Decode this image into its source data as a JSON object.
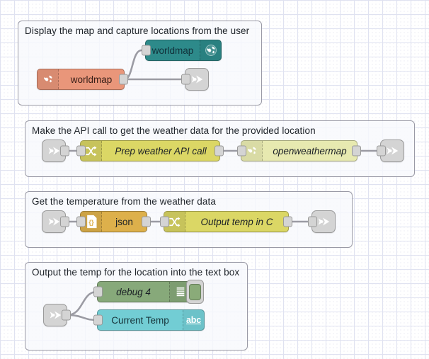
{
  "app": {
    "name": "node-red-flow-editor",
    "canvas_label": "flow-canvas"
  },
  "colors": {
    "worldmap_in": "#2d8a8a",
    "worldmap_out": "#e9967a",
    "change_node": "#dbd765",
    "change_node_icon": "#d0cc52",
    "openweathermap": "#e7e9b0",
    "openweathermap_icon": "#dde0a0",
    "json_node": "#ddb04b",
    "json_node_icon": "#d3a53f",
    "debug_node": "#87a97a",
    "debug_status": "#8aab79",
    "text_node": "#72cdd4",
    "link_node": "#d4d4d4",
    "wire": "#9b9ba3",
    "group_border": "#9a9aa6",
    "grid_line": "#dfe2f1"
  },
  "groups": [
    {
      "id": "g1",
      "title": "Display the map and capture locations from the user"
    },
    {
      "id": "g2",
      "title": "Make the API call to get the weather data for the provided location"
    },
    {
      "id": "g3",
      "title": "Get the temperature from the weather data"
    },
    {
      "id": "g4",
      "title": "Output the temp for the location into the text box"
    }
  ],
  "nodes": {
    "worldmap_in": {
      "label": "worldmap",
      "icon": "globe-icon",
      "type": "worldmap-in"
    },
    "worldmap_out": {
      "label": "worldmap",
      "icon": "globe-icon",
      "type": "worldmap-out"
    },
    "link_out_1": {
      "label": "",
      "icon": "link-out-icon",
      "type": "link-out"
    },
    "link_in_2": {
      "label": "",
      "icon": "link-in-icon",
      "type": "link-in"
    },
    "prep_weather": {
      "label": "Prep weather API call",
      "icon": "change-icon",
      "type": "change"
    },
    "openweathermap": {
      "label": "openweathermap",
      "icon": "globe-icon",
      "type": "openweathermap"
    },
    "link_out_2": {
      "label": "",
      "icon": "link-out-icon",
      "type": "link-out"
    },
    "link_in_3": {
      "label": "",
      "icon": "link-in-icon",
      "type": "link-in"
    },
    "json": {
      "label": "json",
      "icon": "json-braces-icon",
      "type": "json"
    },
    "output_temp": {
      "label": "Output temp in C",
      "icon": "change-icon",
      "type": "change"
    },
    "link_out_3": {
      "label": "",
      "icon": "link-out-icon",
      "type": "link-out"
    },
    "link_in_4": {
      "label": "",
      "icon": "link-in-icon",
      "type": "link-in"
    },
    "debug_4": {
      "label": "debug 4",
      "icon": "debug-lines-icon",
      "type": "debug",
      "button": "debug-toggle-button"
    },
    "current_temp": {
      "label": "Current Temp",
      "icon": "abc-icon",
      "icon_text": "abc",
      "type": "ui-text"
    }
  }
}
